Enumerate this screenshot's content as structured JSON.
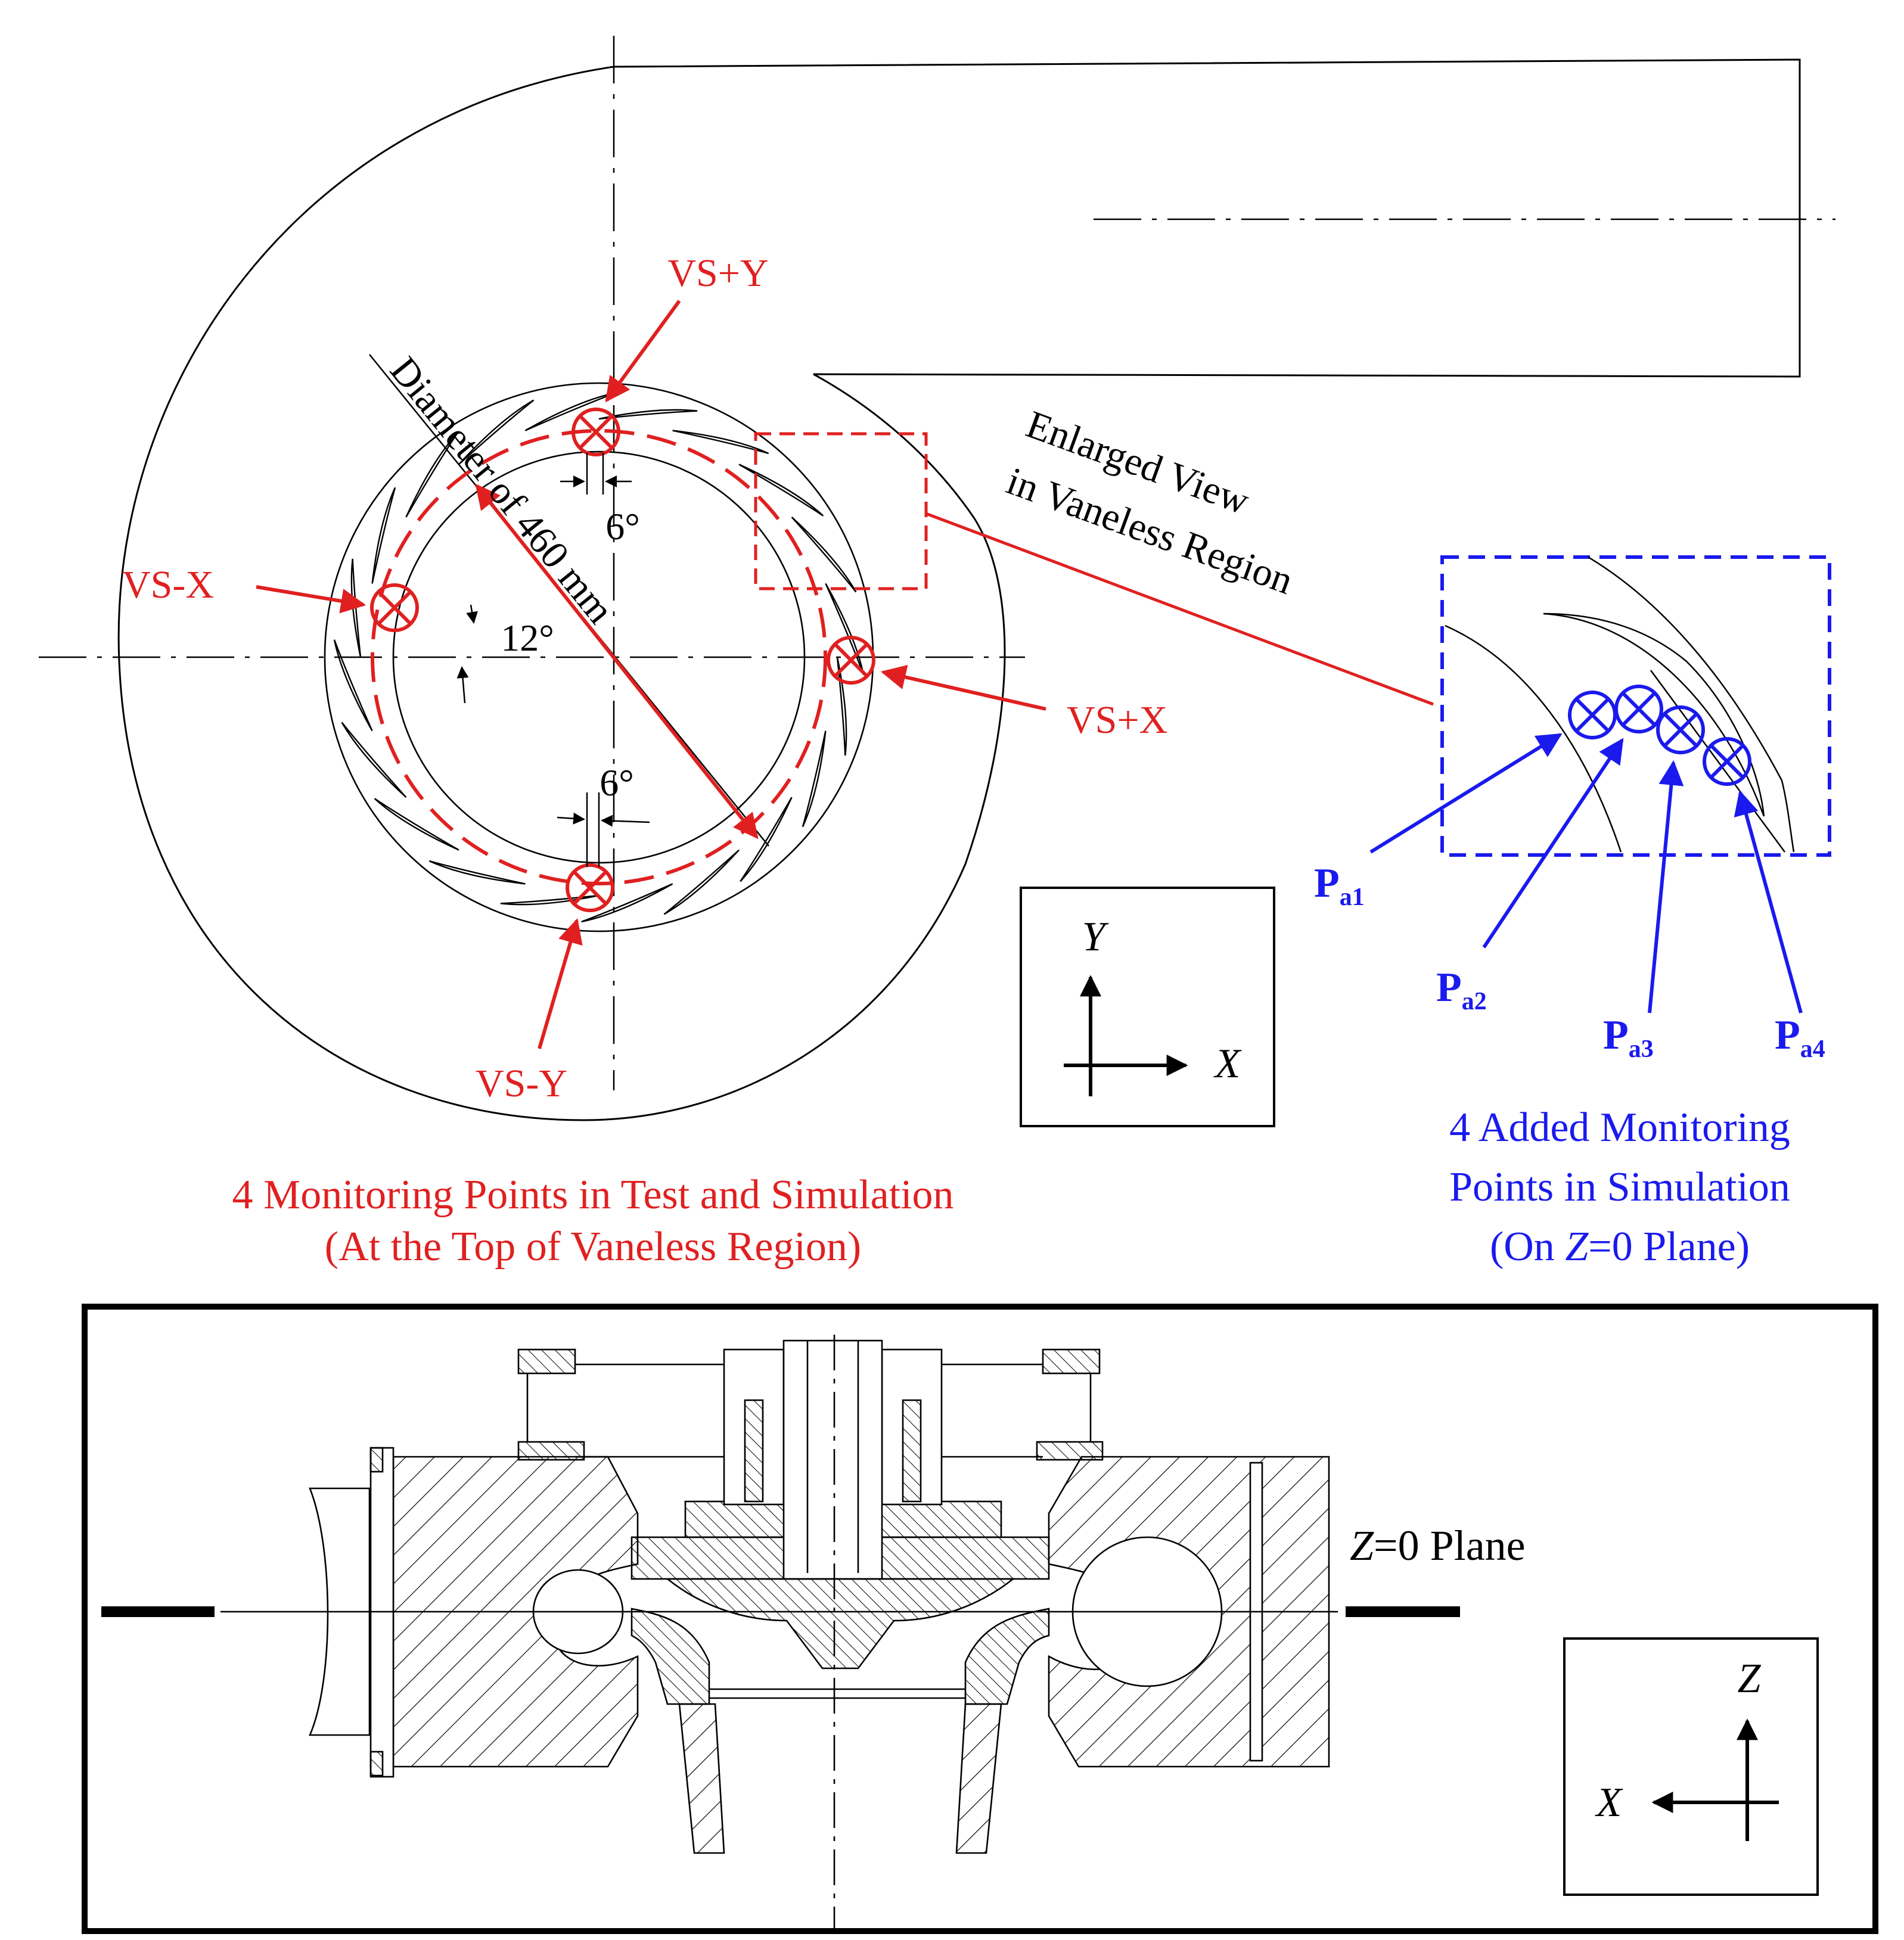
{
  "colors": {
    "red": "#e02020",
    "blue": "#1a1aee",
    "black": "#000000"
  },
  "top_view": {
    "monitor_labels": {
      "top": "VS+Y",
      "left": "VS-X",
      "right": "VS+X",
      "bottom": "VS-Y"
    },
    "diameter_label": "Diameter of 460 mm",
    "angle_top": "6°",
    "angle_left": "12°",
    "angle_bottom": "6°",
    "enlarged_line1": "Enlarged View",
    "enlarged_line2": "in Vaneless Region",
    "axes": {
      "y": "Y",
      "x": "X"
    },
    "caption_red_line1": "4 Monitoring Points in Test and Simulation",
    "caption_red_line2": "(At the Top of Vaneless Region)"
  },
  "enlarged_view": {
    "points": [
      {
        "main": "P",
        "sub": "a1"
      },
      {
        "main": "P",
        "sub": "a2"
      },
      {
        "main": "P",
        "sub": "a3"
      },
      {
        "main": "P",
        "sub": "a4"
      }
    ],
    "caption_blue_line1": "4 Added Monitoring",
    "caption_blue_line2": "Points in Simulation",
    "caption_blue_line3_pre": "(On ",
    "caption_blue_line3_italic": "Z",
    "caption_blue_line3_post": "=0 Plane)"
  },
  "section_view": {
    "plane_label_italic": "Z",
    "plane_label_rest": "=0 Plane",
    "axes": {
      "z": "Z",
      "x": "X"
    }
  }
}
